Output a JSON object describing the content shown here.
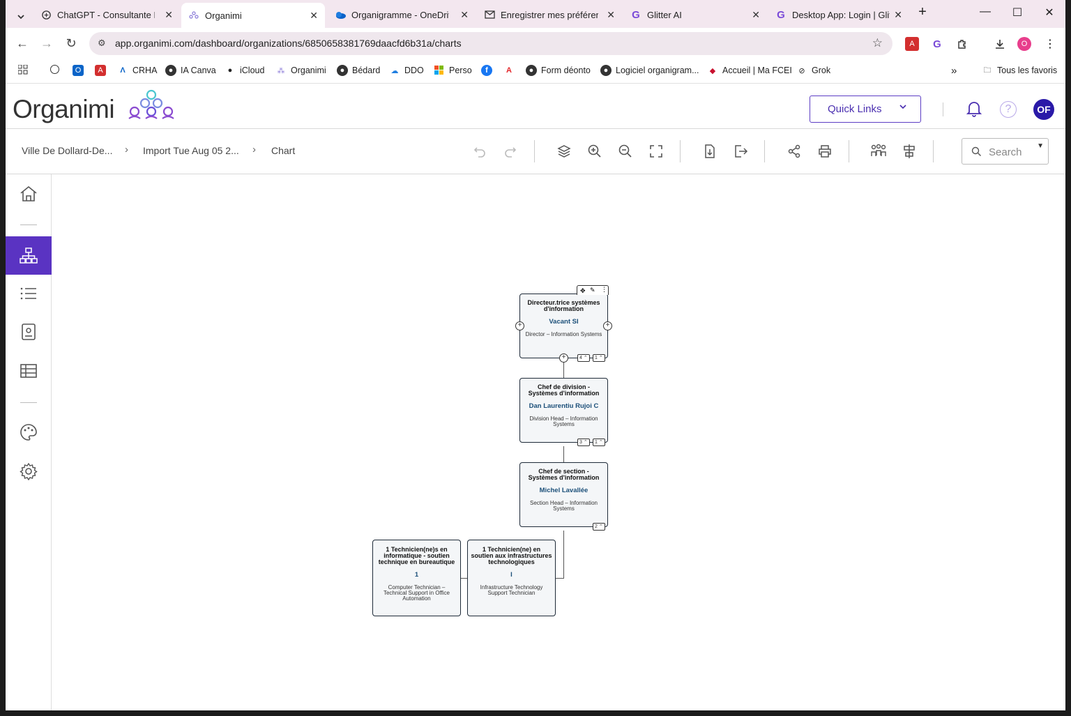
{
  "browser": {
    "tabs": [
      {
        "title": "ChatGPT - Consultante RH",
        "icon": "chatgpt-icon"
      },
      {
        "title": "Organimi",
        "icon": "organimi-icon"
      },
      {
        "title": "Organigramme - OneDrive",
        "icon": "onedrive-icon"
      },
      {
        "title": "Enregistrer mes préférences",
        "icon": "mail-icon"
      },
      {
        "title": "Glitter AI",
        "icon": "glitter-icon"
      },
      {
        "title": "Desktop App: Login | Glitter",
        "icon": "glitter-icon"
      }
    ],
    "new_tab": "+",
    "url": "app.organimi.com/dashboard/organizations/6850658381769daacfd6b31a/charts",
    "profile_initial": "O",
    "bookmarks": [
      "CRHA",
      "IA Canva",
      "iCloud",
      "Organimi",
      "Bédard",
      "DDO",
      "Perso",
      "Form déonto",
      "Logiciel organigram...",
      "Accueil | Ma FCEI",
      "Grok"
    ],
    "all_bookmarks": "Tous les favoris"
  },
  "app": {
    "logo": "Organimi",
    "quick_links": "Quick Links",
    "avatar": "OF",
    "help": "?",
    "breadcrumb": [
      "Ville De Dollard-De...",
      "Import Tue Aug 05 2...",
      "Chart"
    ],
    "search_placeholder": "Search",
    "brand_color": "#5a33c2"
  },
  "chart": {
    "nodes": [
      {
        "title": "Directeur.trice systèmes d'information",
        "name": "Vacant SI",
        "subtitle": "Director – Information Systems",
        "count": "4",
        "direct": "1"
      },
      {
        "title": "Chef de division - Systèmes d'information",
        "name": "Dan Laurentiu Rujoi C",
        "subtitle": "Division Head – Information Systems",
        "count": "3",
        "direct": "1"
      },
      {
        "title": "Chef de section - Systèmes d'information",
        "name": "Michel Lavallée",
        "subtitle": "Section Head – Information Systems",
        "count": "2",
        "direct": ""
      },
      {
        "title": "1 Technicien(ne)s en informatique - soutien technique en bureautique",
        "name": "1",
        "subtitle": "Computer Technician – Technical Support in Office Automation",
        "count": "",
        "direct": ""
      },
      {
        "title": "1 Technicien(ne) en soutien aux infrastructures technologiques",
        "name": "I",
        "subtitle": "Infrastructure Technology Support Technician",
        "count": "",
        "direct": ""
      }
    ]
  }
}
